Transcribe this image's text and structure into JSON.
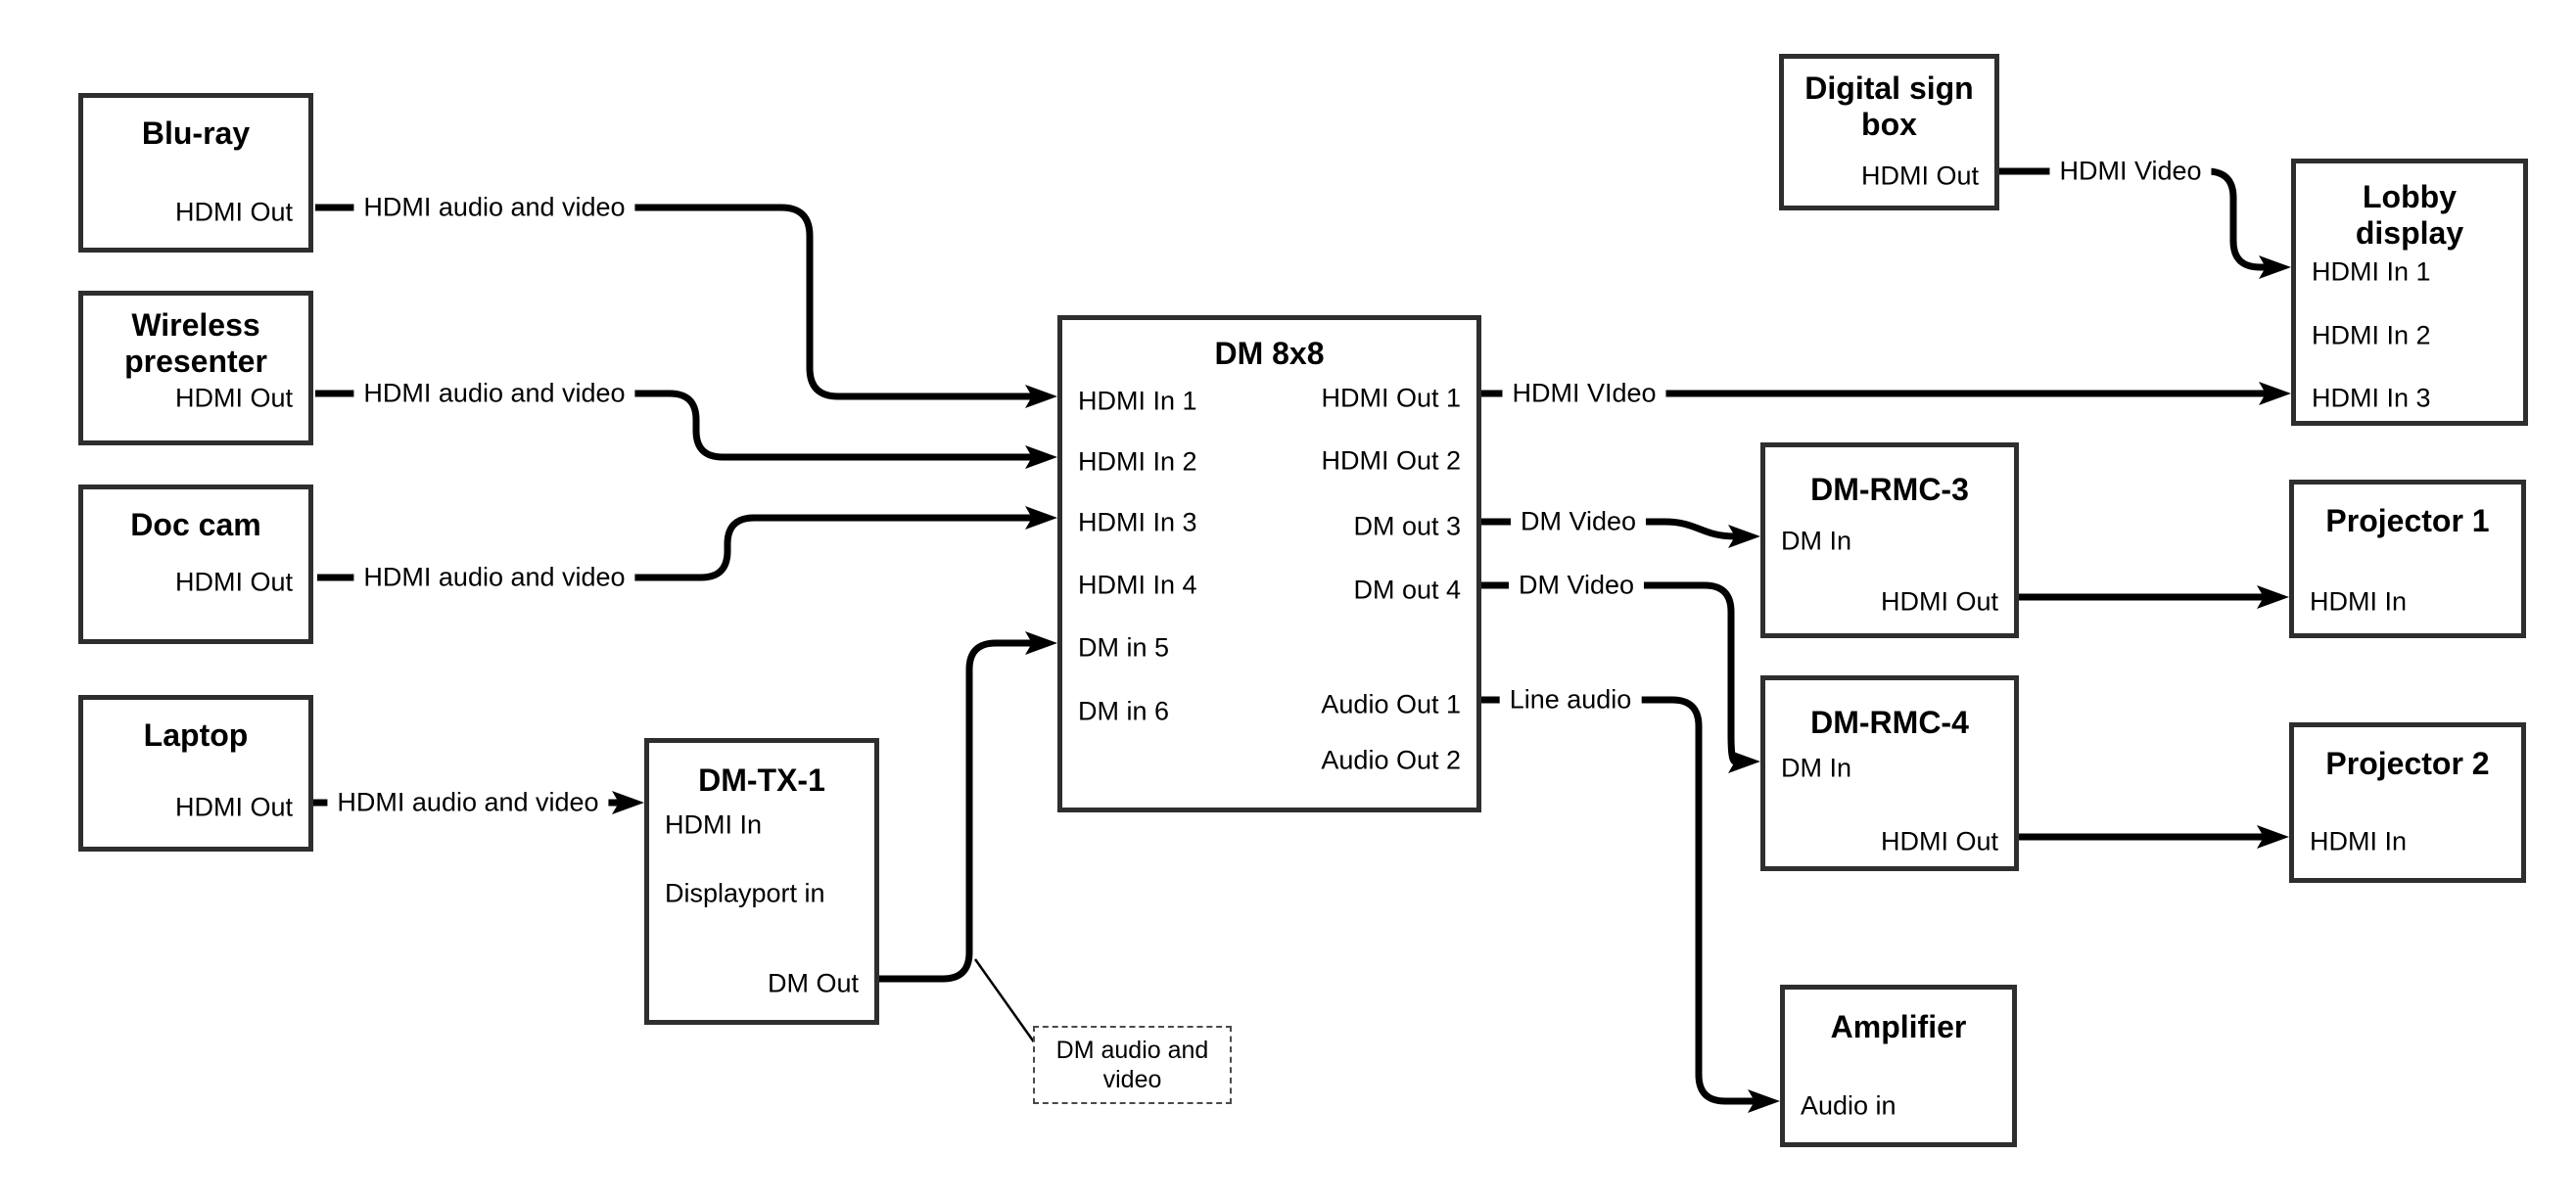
{
  "diagram": {
    "background": "#ffffff",
    "line_color": "#000000",
    "box_border_color": "#2e2e2e"
  },
  "nodes": {
    "blu_ray": {
      "title": "Blu-ray",
      "ports": {
        "hdmi_out": "HDMI Out"
      }
    },
    "wireless_presenter": {
      "title": "Wireless\npresenter",
      "ports": {
        "hdmi_out": "HDMI Out"
      }
    },
    "doc_cam": {
      "title": "Doc cam",
      "ports": {
        "hdmi_out": "HDMI Out"
      }
    },
    "laptop": {
      "title": "Laptop",
      "ports": {
        "hdmi_out": "HDMI Out"
      }
    },
    "dm_tx_1": {
      "title": "DM-TX-1",
      "ports": {
        "hdmi_in": "HDMI In",
        "displayport_in": "Displayport in",
        "dm_out": "DM Out"
      }
    },
    "dm_8x8": {
      "title": "DM 8x8",
      "ports": {
        "hdmi_in_1": "HDMI In 1",
        "hdmi_in_2": "HDMI In 2",
        "hdmi_in_3": "HDMI In 3",
        "hdmi_in_4": "HDMI In 4",
        "dm_in_5": "DM in 5",
        "dm_in_6": "DM in 6",
        "hdmi_out_1": "HDMI Out 1",
        "hdmi_out_2": "HDMI Out 2",
        "dm_out_3": "DM out 3",
        "dm_out_4": "DM out 4",
        "audio_out_1": "Audio Out 1",
        "audio_out_2": "Audio Out 2"
      }
    },
    "digital_sign_box": {
      "title": "Digital sign\nbox",
      "ports": {
        "hdmi_out": "HDMI Out"
      }
    },
    "lobby_display": {
      "title": "Lobby\ndisplay",
      "ports": {
        "hdmi_in_1": "HDMI In 1",
        "hdmi_in_2": "HDMI In 2",
        "hdmi_in_3": "HDMI In 3"
      }
    },
    "dm_rmc_3": {
      "title": "DM-RMC-3",
      "ports": {
        "dm_in": "DM In",
        "hdmi_out": "HDMI Out"
      }
    },
    "projector_1": {
      "title": "Projector 1",
      "ports": {
        "hdmi_in": "HDMI In"
      }
    },
    "dm_rmc_4": {
      "title": "DM-RMC-4",
      "ports": {
        "dm_in": "DM In",
        "hdmi_out": "HDMI Out"
      }
    },
    "projector_2": {
      "title": "Projector 2",
      "ports": {
        "hdmi_in": "HDMI In"
      }
    },
    "amplifier": {
      "title": "Amplifier",
      "ports": {
        "audio_in": "Audio in"
      }
    }
  },
  "connection_labels": {
    "bluray_to_dm": "HDMI audio and video",
    "wireless_to_dm": "HDMI audio and video",
    "doccam_to_dm": "HDMI audio and video",
    "laptop_to_tx": "HDMI audio and video",
    "sign_to_lobby": "HDMI Video",
    "out1_to_lobby": "HDMI VIdeo",
    "out3_to_rmc3": "DM Video",
    "out4_to_rmc4": "DM Video",
    "audio1_to_amp": "Line audio"
  },
  "callout": {
    "text": "DM audio and\nvideo"
  }
}
